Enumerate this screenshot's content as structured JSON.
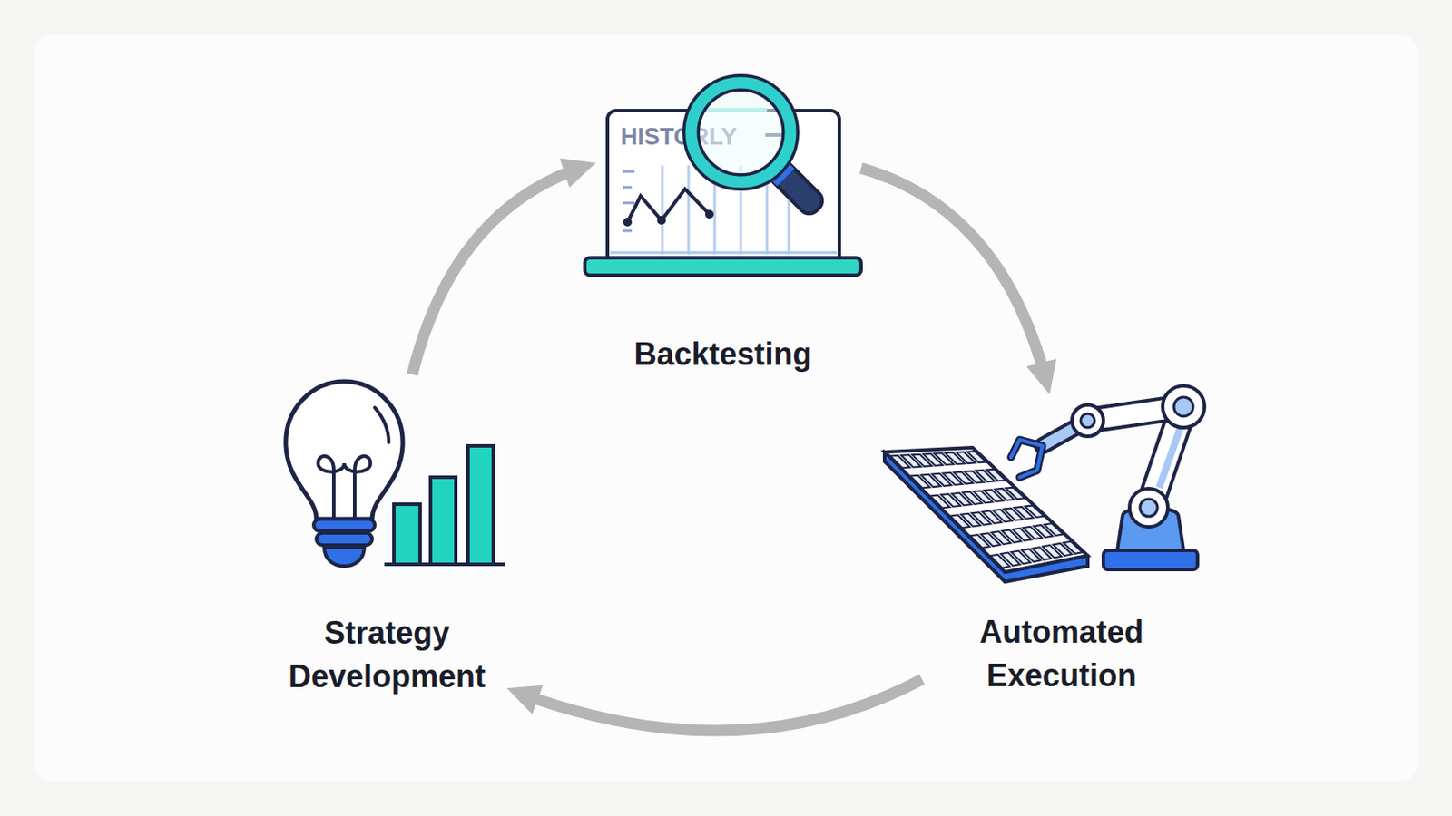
{
  "diagram": {
    "nodes": [
      {
        "text": [
          "Backtesting"
        ]
      },
      {
        "text": [
          "Strategy Development"
        ]
      },
      {
        "text": [
          "Automated Execution"
        ]
      }
    ],
    "edges": [
      {
        "from": 1,
        "to": 0,
        "arrow": "to"
      },
      {
        "from": 0,
        "to": 2,
        "arrow": "to"
      },
      {
        "from": 2,
        "to": 1,
        "arrow": "to"
      }
    ],
    "labels": [
      "HISTORLY"
    ]
  }
}
